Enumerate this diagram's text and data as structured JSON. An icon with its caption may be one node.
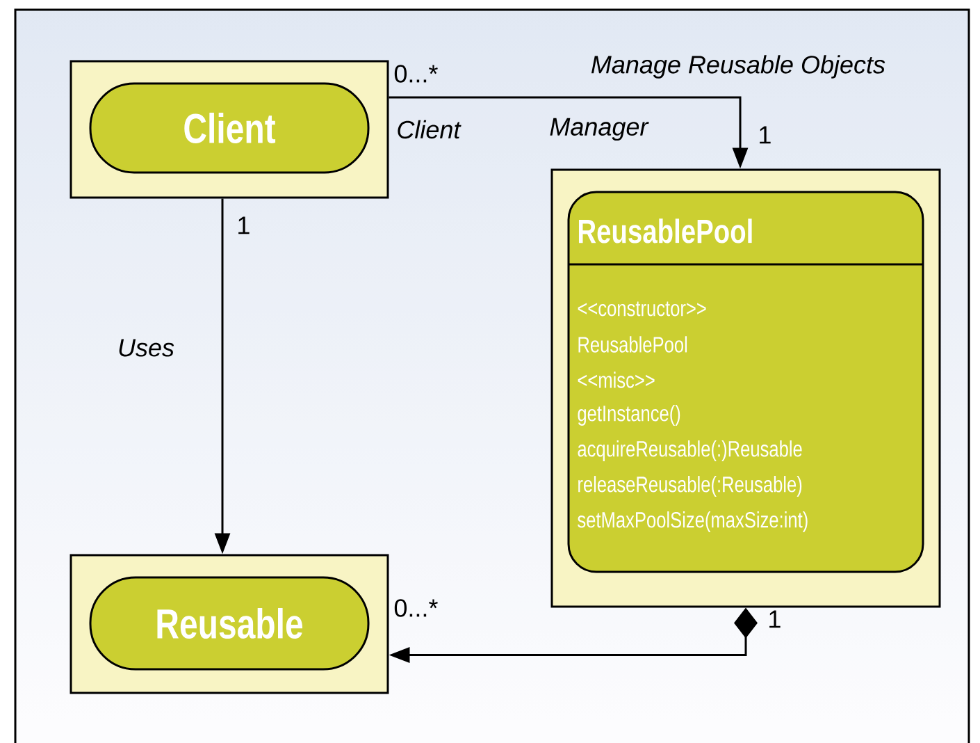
{
  "diagram": {
    "nodes": [
      {
        "text": [],
        "shape": "box"
      },
      {
        "text": [
          "Client"
        ],
        "in": 0
      },
      {
        "text": [],
        "shape": "box"
      },
      {
        "text": [
          "ReusablePool",
          "<<constructor>>",
          "ReusablePool",
          "<<misc>>",
          "getInstance()",
          "acquireReusable(:)Reusable",
          "releaseReusable(:Reusable)",
          "setMaxPoolSize(maxSize:int)"
        ],
        "in": 2
      },
      {
        "text": [],
        "shape": "box"
      },
      {
        "text": [
          "Reusable"
        ],
        "in": 4
      }
    ],
    "edges": [
      {
        "from": 0,
        "to": 2,
        "arrow": "to",
        "label": "Manage Reusable Objects"
      },
      {
        "from": 0,
        "to": 4,
        "arrow": "to",
        "label": "Uses"
      },
      {
        "from": 2,
        "to": 4,
        "arrow": "to"
      }
    ],
    "labels": [
      "0...*",
      "Client",
      "Manager",
      "1",
      "1",
      "0...*",
      "1"
    ]
  }
}
